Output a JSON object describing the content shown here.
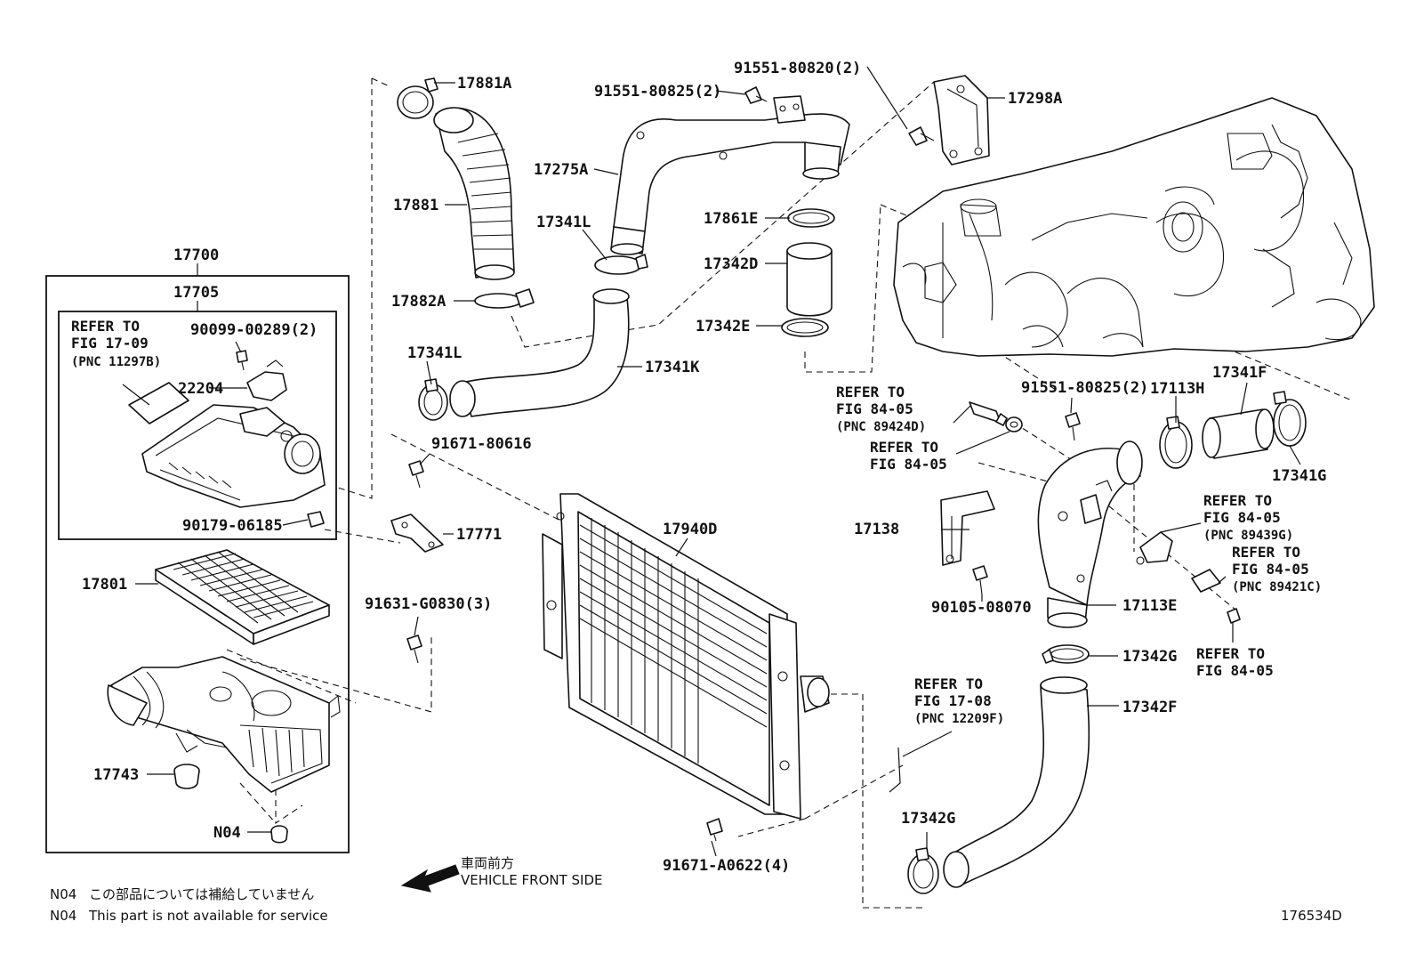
{
  "labels": {
    "p17881A": "17881A",
    "p17881": "17881",
    "p17882A": "17882A",
    "p17341L_a": "17341L",
    "p17341L_b": "17341L",
    "p17341K": "17341K",
    "p91551_80825_top": "91551-80825(2)",
    "p91551_80820": "91551-80820(2)",
    "p17298A": "17298A",
    "p17275A": "17275A",
    "p17861E": "17861E",
    "p17342D": "17342D",
    "p17342E": "17342E",
    "p17700": "17700",
    "p17705": "17705",
    "p90099_00289": "90099-00289(2)",
    "p22204": "22204",
    "p90179_06185": "90179-06185",
    "p91671_80616": "91671-80616",
    "p17771": "17771",
    "p17801": "17801",
    "p91631_G0830": "91631-G0830(3)",
    "p17743": "17743",
    "pN04": "N04",
    "p17940D": "17940D",
    "p91671_A0622": "91671-A0622(4)",
    "p91551_80825_right": "91551-80825(2)",
    "p17113H": "17113H",
    "p17341F": "17341F",
    "p17341G": "17341G",
    "p17138": "17138",
    "p90105_08070": "90105-08070",
    "p17113E": "17113E",
    "p17342G_a": "17342G",
    "p17342F": "17342F",
    "p17342G_b": "17342G"
  },
  "refs": {
    "airbox_refer": "REFER TO",
    "airbox_fig": "FIG 17-09",
    "airbox_pnc": "(PNC 11297B)",
    "r1_refer": "REFER TO",
    "r1_fig": "FIG 84-05",
    "r1_pnc": "(PNC 89424D)",
    "r2_refer": "REFER TO",
    "r2_fig": "FIG 84-05",
    "r3_refer": "REFER TO",
    "r3_fig": "FIG 84-05",
    "r3_pnc": "(PNC 89439G)",
    "r4_refer": "REFER TO",
    "r4_fig": "FIG 84-05",
    "r4_pnc": "(PNC 89421C)",
    "r5_refer": "REFER TO",
    "r5_fig": "FIG 84-05",
    "r6_refer": "REFER TO",
    "r6_fig": "FIG 17-08",
    "r6_pnc": "(PNC 12209F)"
  },
  "direction": {
    "jp": "車両前方",
    "en": "VEHICLE FRONT SIDE"
  },
  "notes": {
    "jp_code": "N04",
    "jp_text": "この部品については補給していません",
    "en_code": "N04",
    "en_text": "This part is not available for service"
  },
  "figure_id": "176534D"
}
